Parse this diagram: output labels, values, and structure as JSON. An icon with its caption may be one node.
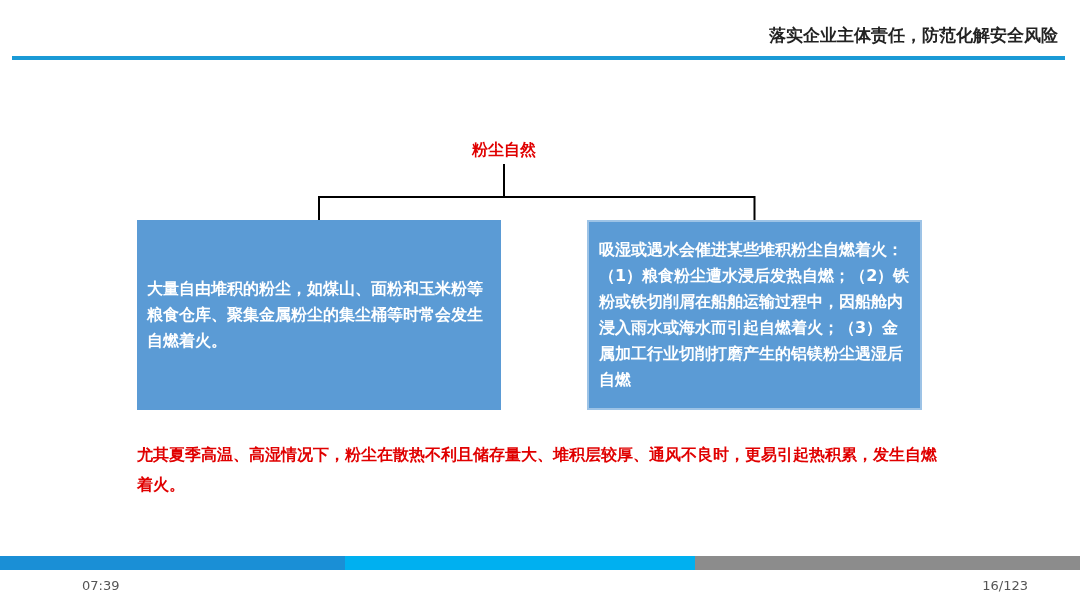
{
  "diagram": {
    "title": "落实企业主体责任，防范化解安全风险",
    "nodes": [
      {
        "text": [
          "粉尘自然"
        ]
      },
      {
        "text": [
          "大量自由堆积的粉尘，如煤山、面粉和玉米粉等粮食仓库、聚集金属粉尘的集尘桶等时常会发生自燃着火。"
        ]
      },
      {
        "text": [
          "吸湿或遇水会催进某些堆积粉尘自燃着火：（1）粮食粉尘遭水浸后发热自燃；（2）铁粉或铁切削屑在船舶运输过程中，因船舱内浸入雨水或海水而引起自燃着火；（3）金属加工行业切削打磨产生的铝镁粉尘遇湿后自燃"
        ]
      }
    ],
    "edges": [
      {
        "from": 0,
        "to": 1,
        "arrow": "none"
      },
      {
        "from": 0,
        "to": 2,
        "arrow": "none"
      }
    ],
    "labels": [
      "尤其夏季高温、高湿情况下，粉尘在散热不利且储存量大、堆积层较厚、通风不良时，更易引起热积累，发生自燃着火。",
      "07:39",
      "16/123"
    ]
  }
}
